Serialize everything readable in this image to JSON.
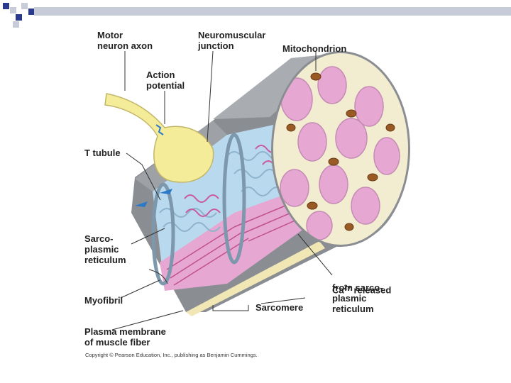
{
  "labels": {
    "motor_neuron_axon": "Motor\nneuron axon",
    "neuromuscular_junction": "Neuromuscular\njunction",
    "mitochondrion": "Mitochondrion",
    "action_potential": "Action\npotential",
    "t_tubule": "T tubule",
    "sarcoplasmic_reticulum": "Sarco-\nplasmic\nreticulum",
    "myofibril": "Myofibril",
    "plasma_membrane": "Plasma membrane\nof muscle fiber",
    "sarcomere": "Sarcomere",
    "ca_prefix": "Ca",
    "ca_superscript": "2+",
    "ca_suffix": " released",
    "ca_rest": "from sarco-\nplasmic\nreticulum"
  },
  "copyright": "Copyright © Pearson Education, Inc., publishing as Benjamin Cummings.",
  "colors": {
    "header_accent": "#2a3a8c",
    "header_bar": "#c7ccd8",
    "membrane_gray": "#8a8e93",
    "axon_yellow": "#f5ec9a",
    "sr_blue": "#b9d9ee",
    "myofibril_pink": "#e6a8d2",
    "mitochondrion_brown": "#9a5a24"
  }
}
